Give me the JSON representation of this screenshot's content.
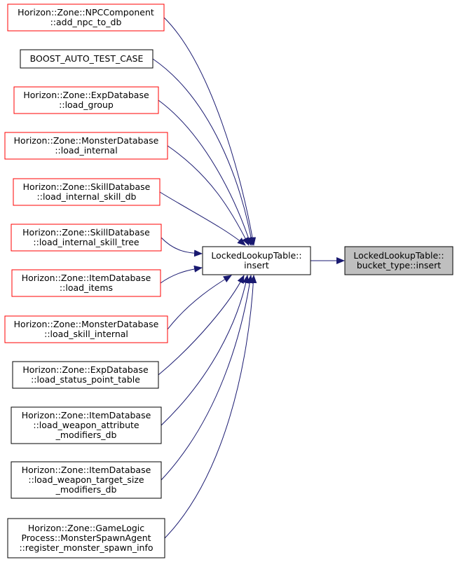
{
  "colors": {
    "edge": "#191970",
    "caller_border_red": "#ff0000",
    "caller_border_black": "#000000",
    "focus_fill": "#bfbfbf",
    "background": "#ffffff"
  },
  "focus": {
    "lines": [
      "LockedLookupTable::",
      "bucket_type::insert"
    ]
  },
  "center": {
    "lines": [
      "LockedLookupTable::",
      "insert"
    ]
  },
  "callers": [
    {
      "lines": [
        "Horizon::Zone::NPCComponent",
        "::add_npc_to_db"
      ],
      "border": "red"
    },
    {
      "lines": [
        "BOOST_AUTO_TEST_CASE"
      ],
      "border": "black"
    },
    {
      "lines": [
        "Horizon::Zone::ExpDatabase",
        "::load_group"
      ],
      "border": "red"
    },
    {
      "lines": [
        "Horizon::Zone::MonsterDatabase",
        "::load_internal"
      ],
      "border": "red"
    },
    {
      "lines": [
        "Horizon::Zone::SkillDatabase",
        "::load_internal_skill_db"
      ],
      "border": "red"
    },
    {
      "lines": [
        "Horizon::Zone::SkillDatabase",
        "::load_internal_skill_tree"
      ],
      "border": "red"
    },
    {
      "lines": [
        "Horizon::Zone::ItemDatabase",
        "::load_items"
      ],
      "border": "red"
    },
    {
      "lines": [
        "Horizon::Zone::MonsterDatabase",
        "::load_skill_internal"
      ],
      "border": "red"
    },
    {
      "lines": [
        "Horizon::Zone::ExpDatabase",
        "::load_status_point_table"
      ],
      "border": "black"
    },
    {
      "lines": [
        "Horizon::Zone::ItemDatabase",
        "::load_weapon_attribute",
        "_modifiers_db"
      ],
      "border": "black"
    },
    {
      "lines": [
        "Horizon::Zone::ItemDatabase",
        "::load_weapon_target_size",
        "_modifiers_db"
      ],
      "border": "black"
    },
    {
      "lines": [
        "Horizon::Zone::GameLogic",
        "Process::MonsterSpawnAgent",
        "::register_monster_spawn_info"
      ],
      "border": "black"
    }
  ]
}
